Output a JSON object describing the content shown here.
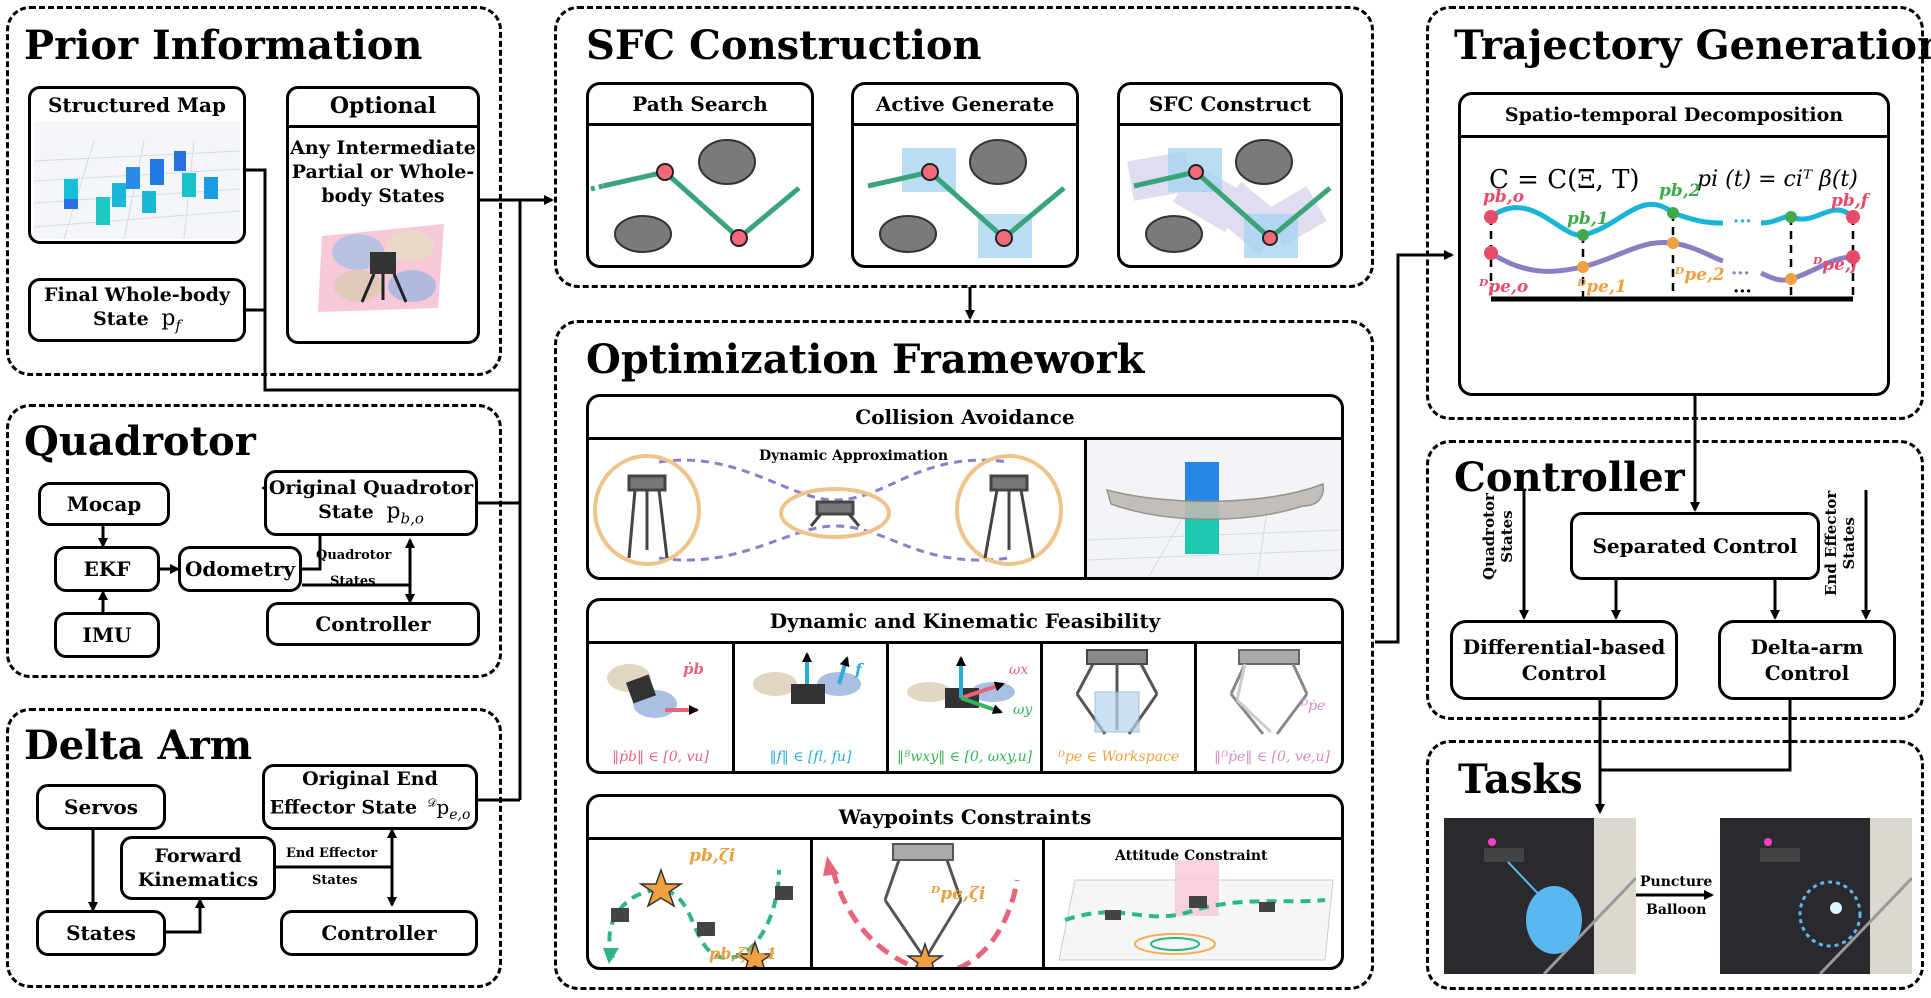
{
  "prior": {
    "title": "Prior Information",
    "structured_map": "Structured Map",
    "optional": "Optional",
    "optional_desc": [
      "Any Intermediate",
      "Partial or Whole-",
      "body States"
    ],
    "final_state": [
      "Final Whole-body",
      "State"
    ],
    "final_symbol": "p",
    "final_sub": "f"
  },
  "quadrotor": {
    "title": "Quadrotor",
    "mocap": "Mocap",
    "ekf": "EKF",
    "imu": "IMU",
    "odometry": "Odometry",
    "original_state": [
      "Original Quadrotor",
      "State"
    ],
    "state_symbol": "p",
    "state_sub": "b,o",
    "link_label": [
      "Quadrotor",
      "States"
    ],
    "controller": "Controller"
  },
  "delta": {
    "title": "Delta Arm",
    "servos": "Servos",
    "states": "States",
    "forward_kinematics": [
      "Forward",
      "Kinematics"
    ],
    "original_state": [
      "Original End",
      "Effector State"
    ],
    "state_symbol": "p",
    "state_sub": "e,o",
    "link_label": [
      "End Effector",
      "States"
    ],
    "controller": "Controller"
  },
  "sfc": {
    "title": "SFC Construction",
    "panels": [
      "Path Search",
      "Active Generate",
      "SFC Construct"
    ]
  },
  "opt": {
    "title": "Optimization Framework",
    "collision": {
      "title": "Collision Avoidance",
      "dyn_approx": "Dynamic Approximation"
    },
    "feasibility": {
      "title": "Dynamic and Kinematic Feasibility",
      "captions": [
        "‖ṗb‖ ∈ [0, vu]",
        "‖f‖ ∈ [fl, fu]",
        "‖ᴮwxy‖ ∈ [0, ωxy,u]",
        "ᴰpe ∈ Workspace",
        "‖ᴰṗe‖ ∈ [0, ve,u]"
      ],
      "caption_colors": [
        "#e8647a",
        "#2aaed8",
        "#34b55a",
        "#f0a040",
        "#d88ac8"
      ],
      "labels": [
        "ṗb",
        "f",
        "ωx",
        "ωy",
        "ᴰṗe"
      ]
    },
    "waypoints": {
      "title": "Waypoints Constraints",
      "labels": [
        "pb,ζi",
        "pb,ζi−1",
        "ᴰpe,ζi"
      ],
      "attitude": "Attitude Constraint"
    }
  },
  "traj": {
    "title": "Trajectory Generation",
    "decomp": "Spatio-temporal Decomposition",
    "eq1": "C = C(Ξ, T)",
    "eq2": "pi (t) = ciᵀ β(t)",
    "points": {
      "pbo": "pb,o",
      "pb1": "pb,1",
      "pb2": "pb,2",
      "pbf": "pb,f",
      "peo": "ᴰpe,o",
      "pe1": "ᴰpe,1",
      "pe2": "ᴰpe,2",
      "pef": "ᴰpe,f",
      "dots": "···"
    },
    "colors": {
      "body": "#1ab4d8",
      "effector": "#8b7fc4",
      "start": "#e84a6a",
      "mid_b": "#3ea84a",
      "mid_e": "#f0a040"
    }
  },
  "controller": {
    "title": "Controller",
    "separated": "Separated Control",
    "diff": [
      "Differential-based",
      "Control"
    ],
    "delta": [
      "Delta-arm",
      "Control"
    ],
    "quad_states": [
      "Quadrotor",
      "States"
    ],
    "ee_states": [
      "End Effector",
      "States"
    ]
  },
  "tasks": {
    "title": "Tasks",
    "arrow_label": [
      "Puncture",
      "Balloon"
    ]
  }
}
